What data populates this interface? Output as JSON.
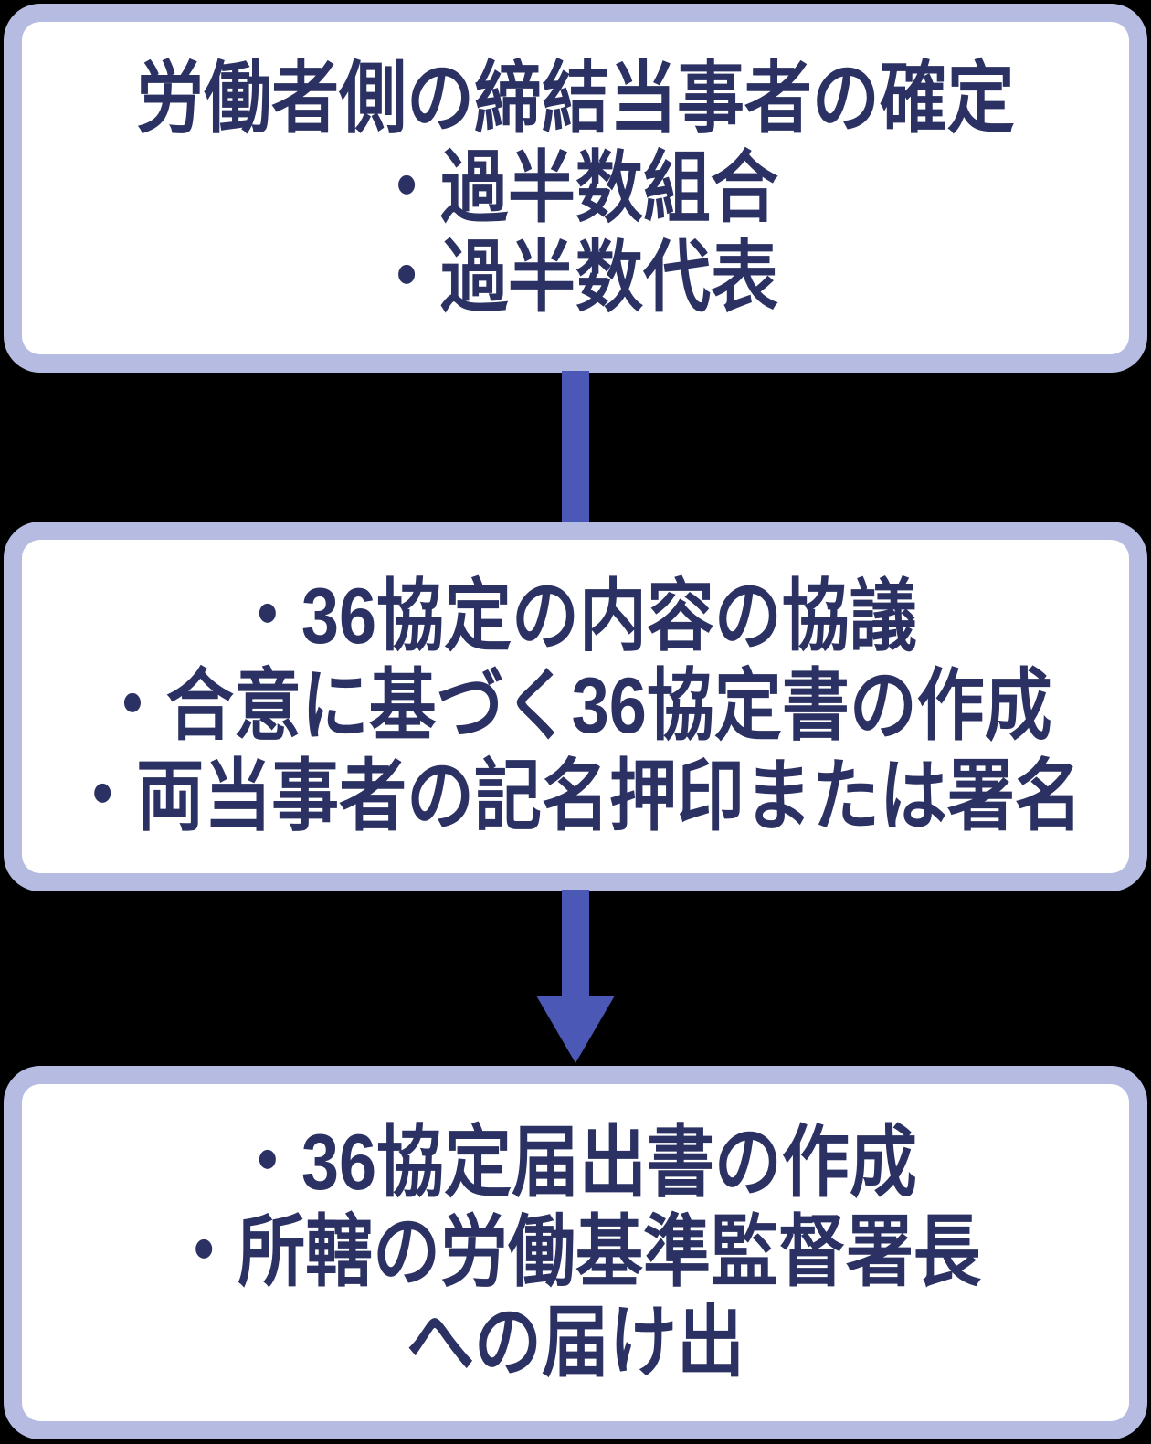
{
  "colors": {
    "background": "#000000",
    "box_border": "#b5bbe1",
    "box_fill": "#ffffff",
    "arrow": "#4c58b5",
    "text": "#2b3162"
  },
  "flowchart": {
    "steps": [
      {
        "lines": [
          "労働者側の締結当事者の確定",
          "・過半数組合",
          "・過半数代表"
        ]
      },
      {
        "lines": [
          "・36協定の内容の協議",
          "・合意に基づく36協定書の作成",
          "・両当事者の記名押印または署名"
        ]
      },
      {
        "lines": [
          "・36協定届出書の作成",
          "・所轄の労働基準監督署長",
          "への届け出"
        ]
      }
    ],
    "connectors": [
      {
        "type": "line"
      },
      {
        "type": "arrow-down"
      }
    ]
  }
}
